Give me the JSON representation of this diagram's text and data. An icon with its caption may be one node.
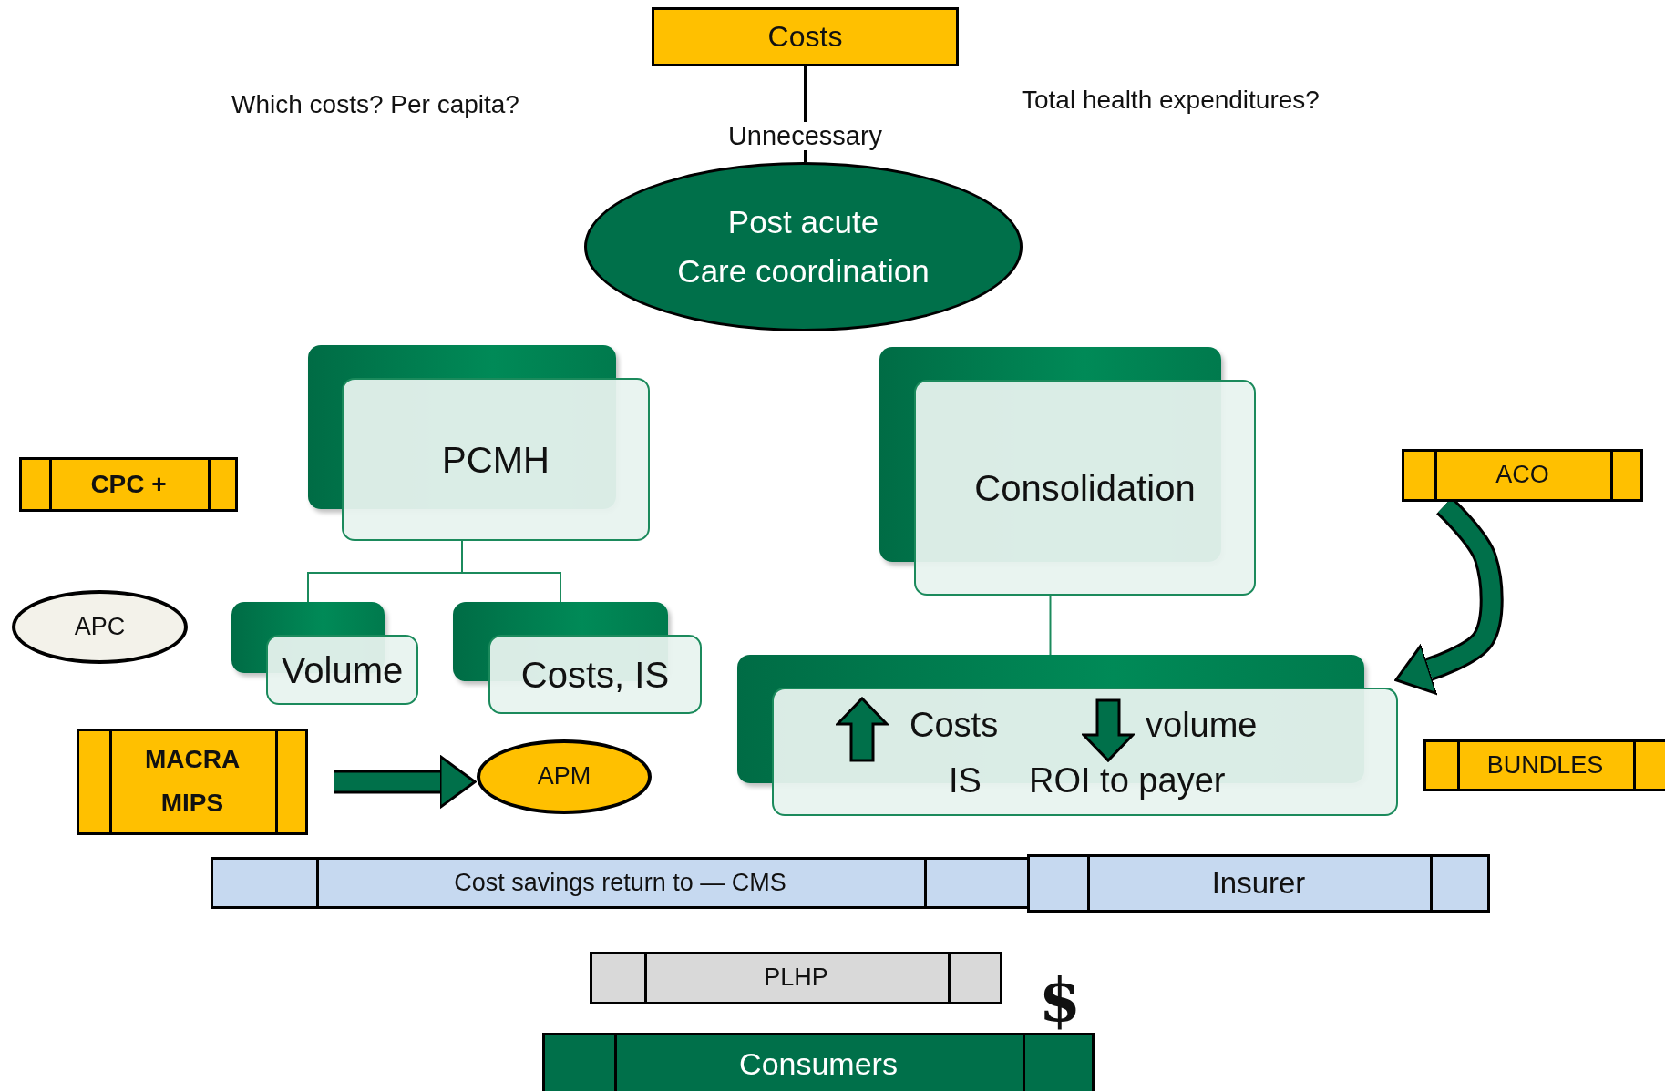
{
  "diagram": {
    "nodes": [
      {
        "text": [
          "Costs"
        ]
      },
      {
        "text": [
          "Post acute",
          "Care coordination"
        ]
      },
      {
        "text": [
          "PCMH"
        ]
      },
      {
        "text": [
          "Volume"
        ]
      },
      {
        "text": [
          "Costs, IS"
        ]
      },
      {
        "text": [
          "Consolidation"
        ]
      },
      {
        "text": [
          "Costs",
          "volume",
          "IS",
          "ROI to payer"
        ]
      },
      {
        "text": [
          "CPC +"
        ]
      },
      {
        "text": [
          "APC"
        ]
      },
      {
        "text": [
          "MACRA",
          "MIPS"
        ]
      },
      {
        "text": [
          "APM"
        ]
      },
      {
        "text": [
          "ACO"
        ]
      },
      {
        "text": [
          "BUNDLES"
        ]
      },
      {
        "text": [
          "Cost savings return to — CMS"
        ]
      },
      {
        "text": [
          "Insurer"
        ]
      },
      {
        "text": [
          "PLHP"
        ]
      },
      {
        "text": [
          "Consumers"
        ]
      }
    ],
    "edges": [
      {
        "from": 0,
        "to": 1,
        "arrow": "none",
        "label": "Unnecessary",
        "color": "#000000"
      },
      {
        "from": 2,
        "to": 3,
        "arrow": "none"
      },
      {
        "from": 2,
        "to": 4,
        "arrow": "none"
      },
      {
        "from": 5,
        "to": 6,
        "arrow": "none"
      },
      {
        "from": 9,
        "to": 10,
        "arrow": "to",
        "style": "thick"
      },
      {
        "from": 11,
        "to": 6,
        "arrow": "to",
        "style": "thick"
      }
    ],
    "labels": [
      "Which costs? Per capita?",
      "Total health expenditures?",
      "$"
    ]
  }
}
